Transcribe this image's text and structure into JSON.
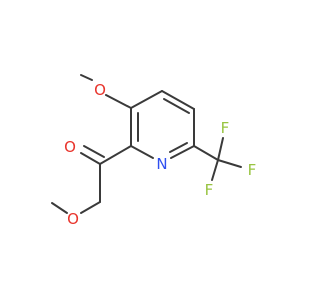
{
  "molecule": {
    "atom_labels": {
      "ring_o_methoxy": "O",
      "ring_nitrogen": "N",
      "carbonyl_o": "O",
      "ether_o": "O",
      "f_top": "F",
      "f_right": "F",
      "f_left": "F"
    },
    "colors": {
      "bond": "#3a3a3a",
      "oxygen": "#e8332b",
      "nitrogen": "#3050f0",
      "fluorine": "#98c441"
    }
  }
}
